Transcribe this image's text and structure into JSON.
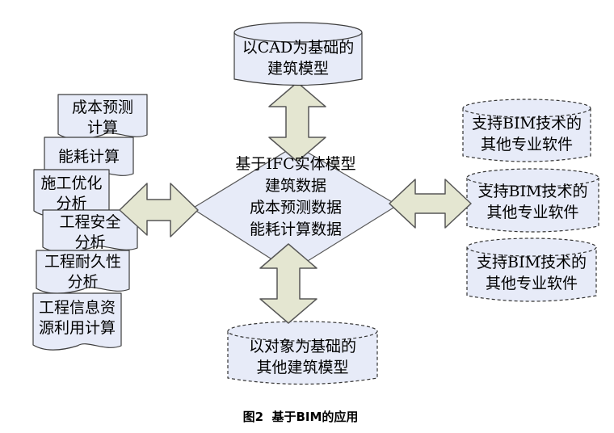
{
  "figure": {
    "caption": "图2  基于BIM的应用"
  },
  "colors": {
    "node_fill": "#e7ebf8",
    "node_border": "#3d3d3d",
    "dashed_border": "#333333",
    "arrow_fill": "#e4e6d1",
    "arrow_border": "#575757",
    "background": "#ffffff",
    "text": "#000000"
  },
  "nodes": {
    "top_cylinder": {
      "shape": "cylinder-solid",
      "lines": [
        "以CAD为基础的",
        "建筑模型"
      ]
    },
    "center_diamond": {
      "shape": "diamond",
      "lines": [
        "基于IFC实体模型",
        "建筑数据",
        "成本预测数据",
        "能耗计算数据"
      ]
    },
    "bottom_cylinder": {
      "shape": "cylinder-dashed",
      "lines": [
        "以对象为基础的",
        "其他建筑模型"
      ]
    },
    "right_cylinders": [
      {
        "shape": "cylinder-dashed",
        "lines": [
          "支持BIM技术的",
          "其他专业软件"
        ]
      },
      {
        "shape": "cylinder-dashed",
        "lines": [
          "支持BIM技术的",
          "其他专业软件"
        ]
      },
      {
        "shape": "cylinder-dashed",
        "lines": [
          "支持BIM技术的",
          "其他专业软件"
        ]
      }
    ],
    "left_documents": [
      {
        "shape": "document",
        "lines": [
          "成本预测",
          "计算"
        ]
      },
      {
        "shape": "document",
        "lines": [
          "能耗计算"
        ]
      },
      {
        "shape": "document",
        "lines": [
          "施工优化",
          "分析"
        ]
      },
      {
        "shape": "document",
        "lines": [
          "工程安全",
          "分析"
        ]
      },
      {
        "shape": "document",
        "lines": [
          "工程耐久性",
          "分析"
        ]
      },
      {
        "shape": "document",
        "lines": [
          "工程信息资",
          "源利用计算"
        ]
      }
    ],
    "connectors": [
      {
        "name": "top-double-arrow",
        "direction": "vertical"
      },
      {
        "name": "left-double-arrow",
        "direction": "horizontal"
      },
      {
        "name": "right-double-arrow",
        "direction": "horizontal"
      },
      {
        "name": "bottom-double-arrow",
        "direction": "vertical"
      }
    ]
  }
}
